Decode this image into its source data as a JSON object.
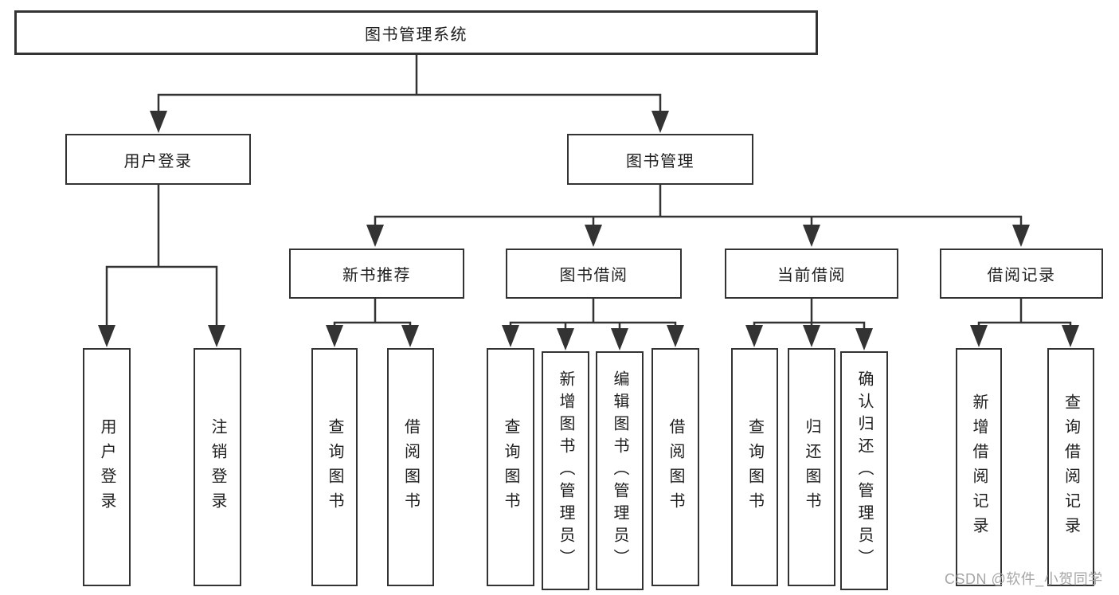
{
  "tree": {
    "label": "图书管理系统",
    "children": [
      {
        "label": "用户登录",
        "children": [
          {
            "label": "用户登录"
          },
          {
            "label": "注销登录"
          }
        ]
      },
      {
        "label": "图书管理",
        "children": [
          {
            "label": "新书推荐",
            "children": [
              {
                "label": "查询图书"
              },
              {
                "label": "借阅图书"
              }
            ]
          },
          {
            "label": "图书借阅",
            "children": [
              {
                "label": "查询图书"
              },
              {
                "label": "新增图书（管理员）"
              },
              {
                "label": "编辑图书（管理员）"
              },
              {
                "label": "借阅图书"
              }
            ]
          },
          {
            "label": "当前借阅",
            "children": [
              {
                "label": "查询图书"
              },
              {
                "label": "归还图书"
              },
              {
                "label": "确认归还（管理员）"
              }
            ]
          },
          {
            "label": "借阅记录",
            "children": [
              {
                "label": "新增借阅记录"
              },
              {
                "label": "查询借阅记录"
              }
            ]
          }
        ]
      }
    ]
  },
  "watermark": {
    "text": "CSDN @软件_小贺同学"
  },
  "colors": {
    "line": "#333333",
    "border": "#333333",
    "text": "#1e1e1e",
    "background": "#ffffff",
    "watermark": "#a6a6a6"
  }
}
